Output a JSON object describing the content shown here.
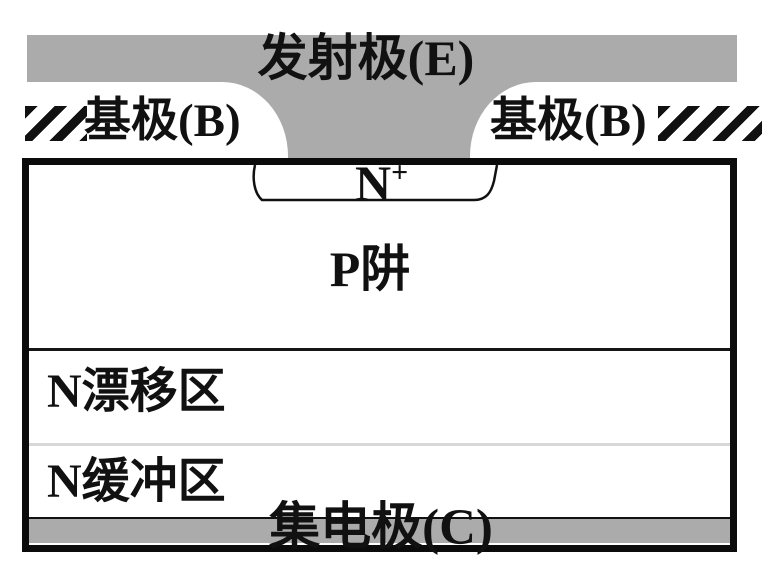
{
  "diagram": {
    "electrodes": {
      "emitter": "发射极(E)",
      "base_left": "基极(B)",
      "base_right": "基极(B)",
      "collector": "集电极(C)"
    },
    "regions": {
      "n_plus": {
        "base": "N",
        "sup": "+"
      },
      "p_well": "P阱",
      "n_drift": "N漂移区",
      "n_buffer": "N缓冲区"
    },
    "colors": {
      "electrode_gray": "#ababab",
      "outline_black": "#111111",
      "buffer_boundary_gray": "#d8d8d8",
      "background": "#ffffff"
    }
  }
}
